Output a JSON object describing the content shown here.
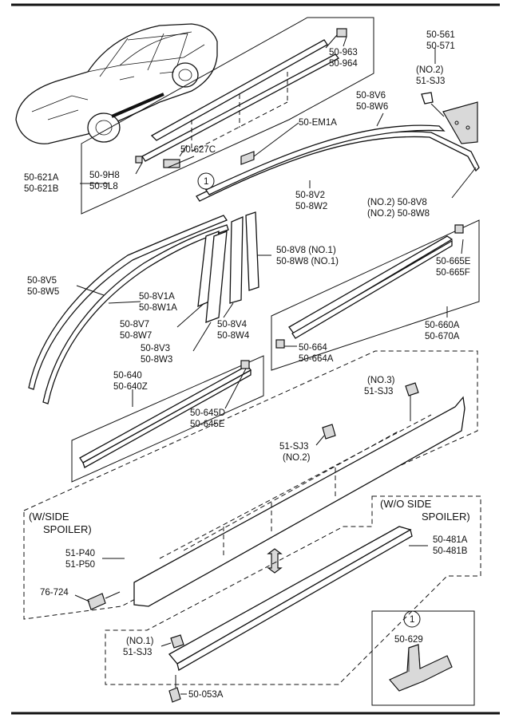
{
  "labels": {
    "p50_963": "50-963",
    "p50_964": "50-964",
    "p50_561": "50-561",
    "p50_571": "50-571",
    "no2_a": "(NO.2)",
    "p51_sj3_a": "51-SJ3",
    "p50_8v6": "50-8V6",
    "p50_8w6": "50-8W6",
    "p50_em1a": "50-EM1A",
    "p50_627c": "50-627C",
    "p50_9h8": "50-9H8",
    "p50_9l8": "50-9L8",
    "p50_621a": "50-621A",
    "p50_621b": "50-621B",
    "circle1_a": "1",
    "p50_8v2": "50-8V2",
    "p50_8w2": "50-8W2",
    "p50_8v8_no2": "(NO.2) 50-8V8",
    "p50_8w8_no2": "(NO.2) 50-8W8",
    "p50_8v8_no1": "50-8V8  (NO.1)",
    "p50_8w8_no1": "50-8W8  (NO.1)",
    "p50_8v5": "50-8V5",
    "p50_8w5": "50-8W5",
    "p50_8v1a": "50-8V1A",
    "p50_8w1a": "50-8W1A",
    "p50_8v7": "50-8V7",
    "p50_8w7": "50-8W7",
    "p50_8v4": "50-8V4",
    "p50_8w4": "50-8W4",
    "p50_8v3": "50-8V3",
    "p50_8w3": "50-8W3",
    "p50_665e": "50-665E",
    "p50_665f": "50-665F",
    "p50_660a": "50-660A",
    "p50_670a": "50-670A",
    "p50_664": "50-664",
    "p50_664a": "50-664A",
    "p50_640": "50-640",
    "p50_640z": "50-640Z",
    "p50_645d": "50-645D",
    "p50_645e": "50-645E",
    "no3": "(NO.3)",
    "p51_sj3_b": "51-SJ3",
    "p51_sj3_c": "51-SJ3",
    "no2_c": "(NO.2)",
    "w_side_1": "(W/SIDE",
    "w_side_2": "SPOILER)",
    "wo_side_1": "(W/O SIDE",
    "wo_side_2": "SPOILER)",
    "p51_p40": "51-P40",
    "p51_p50": "51-P50",
    "p50_481a": "50-481A",
    "p50_481b": "50-481B",
    "p76_724": "76-724",
    "no1_d": "(NO.1)",
    "p51_sj3_d": "51-SJ3",
    "p50_053a": "50-053A",
    "circle1_b": "1",
    "p50_629": "50-629"
  }
}
